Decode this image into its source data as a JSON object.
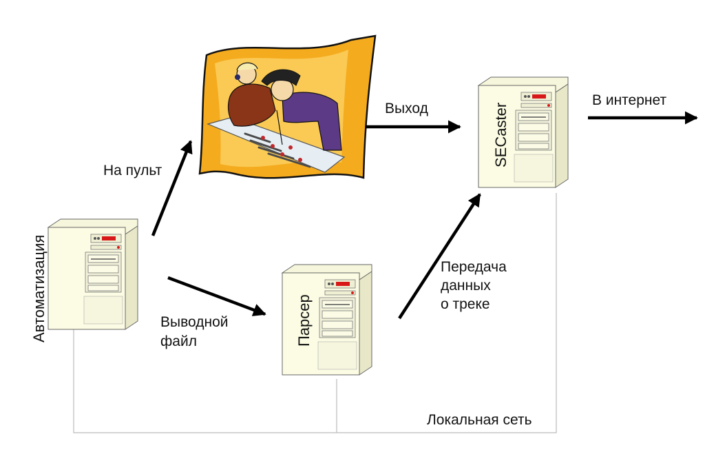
{
  "labels": {
    "na_pult": "На пульт",
    "vykhod": "Выход",
    "v_internet": "В интернет",
    "vyvodnoy_line1": "Выводной",
    "vyvodnoy_line2": "файл",
    "peredacha_line1": "Передача",
    "peredacha_line2": "данных",
    "peredacha_line3": "о треке",
    "lokalnaya_set": "Локальная сеть"
  },
  "servers": {
    "automation": "Автоматизация",
    "parser": "Парсер",
    "secaster": "SECaster"
  },
  "colors": {
    "cabinet": "#fcfce4",
    "cabinet_outline": "#555555",
    "display": "#d81818",
    "arrow": "#000000",
    "network_line": "#bbbbbb",
    "console_backdrop": "#f4a81c"
  }
}
